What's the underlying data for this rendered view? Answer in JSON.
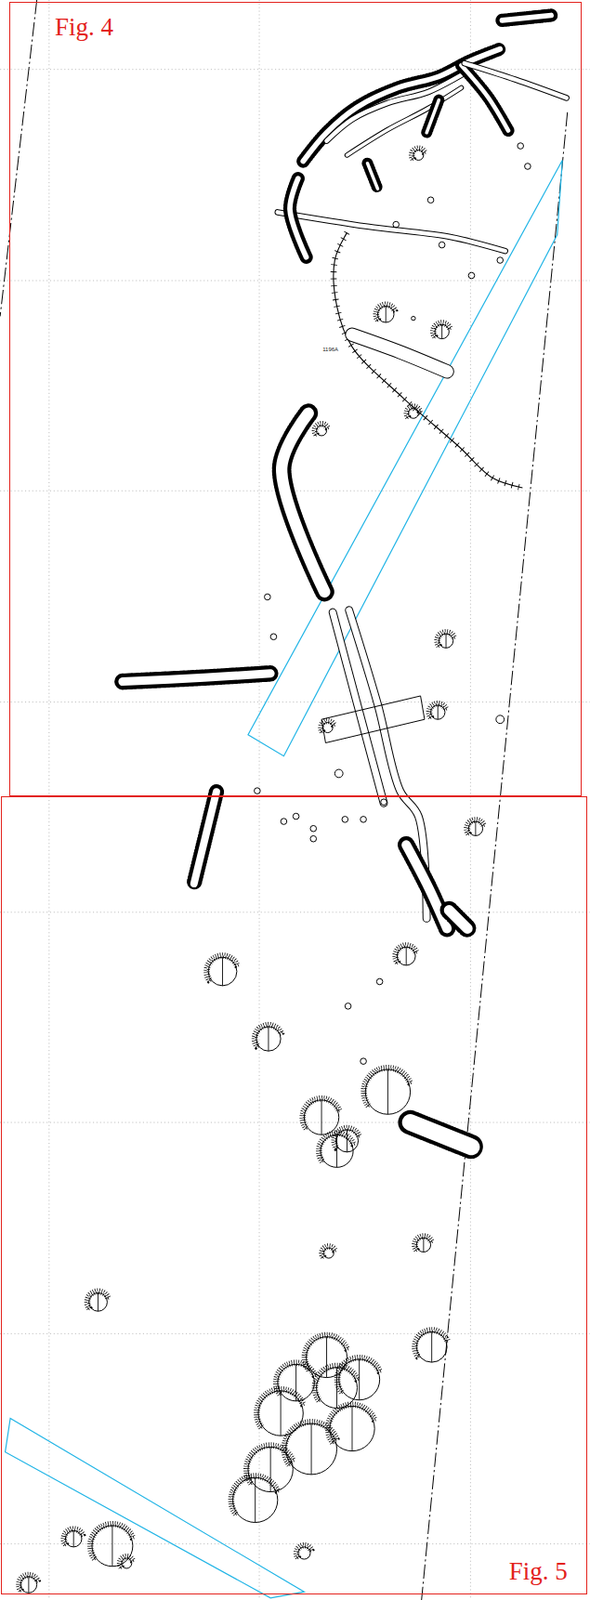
{
  "diagram": {
    "nodes": [
      {
        "text": [
          "Fig. 4"
        ]
      },
      {
        "text": [
          "Fig. 5"
        ]
      }
    ],
    "labels": [
      "1196A"
    ]
  }
}
